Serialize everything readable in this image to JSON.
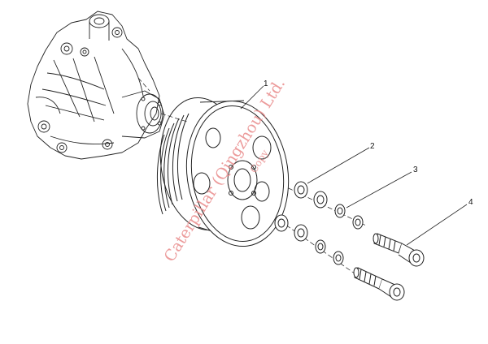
{
  "diagram": {
    "callouts": [
      {
        "id": "1",
        "label": "1"
      },
      {
        "id": "2",
        "label": "2"
      },
      {
        "id": "3",
        "label": "3"
      },
      {
        "id": "4",
        "label": "4"
      }
    ],
    "watermark": {
      "line1": "Caterpillar (Qingzhou) Ltd.",
      "line2": "Copy"
    }
  },
  "colors": {
    "ink": "#222222",
    "watermark": "#e98a8a"
  }
}
